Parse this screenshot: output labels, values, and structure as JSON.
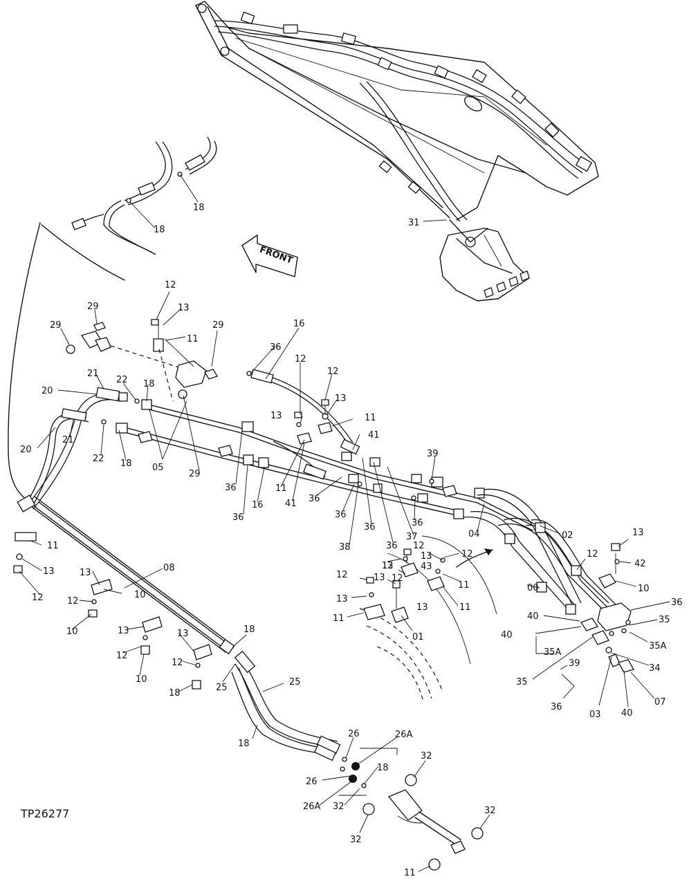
{
  "figure": {
    "reference": "TP26277",
    "direction_label": "FRONT"
  },
  "callouts": [
    {
      "id": "c1",
      "label": "18"
    },
    {
      "id": "c2",
      "label": "18"
    },
    {
      "id": "c3",
      "label": "31"
    },
    {
      "id": "c4",
      "label": "12"
    },
    {
      "id": "c5",
      "label": "13"
    },
    {
      "id": "c6",
      "label": "11"
    },
    {
      "id": "c7",
      "label": "29"
    },
    {
      "id": "c8",
      "label": "29"
    },
    {
      "id": "c9",
      "label": "29"
    },
    {
      "id": "c10",
      "label": "16"
    },
    {
      "id": "c11",
      "label": "36"
    },
    {
      "id": "c12",
      "label": "21"
    },
    {
      "id": "c13",
      "label": "22"
    },
    {
      "id": "c14",
      "label": "18"
    },
    {
      "id": "c15",
      "label": "20"
    },
    {
      "id": "c16",
      "label": "20"
    },
    {
      "id": "c17",
      "label": "21"
    },
    {
      "id": "c18",
      "label": "22"
    },
    {
      "id": "c19",
      "label": "18"
    },
    {
      "id": "c20",
      "label": "05"
    },
    {
      "id": "c21",
      "label": "29"
    },
    {
      "id": "c22",
      "label": "12"
    },
    {
      "id": "c23",
      "label": "12"
    },
    {
      "id": "c24",
      "label": "13"
    },
    {
      "id": "c25",
      "label": "13"
    },
    {
      "id": "c26",
      "label": "11"
    },
    {
      "id": "c27",
      "label": "41"
    },
    {
      "id": "c28",
      "label": "39"
    },
    {
      "id": "c29",
      "label": "36"
    },
    {
      "id": "c30",
      "label": "36"
    },
    {
      "id": "c31",
      "label": "16"
    },
    {
      "id": "c32",
      "label": "11"
    },
    {
      "id": "c33",
      "label": "41"
    },
    {
      "id": "c34",
      "label": "36"
    },
    {
      "id": "c35",
      "label": "36"
    },
    {
      "id": "c36",
      "label": "36"
    },
    {
      "id": "c37",
      "label": "36"
    },
    {
      "id": "c38",
      "label": "38"
    },
    {
      "id": "c39",
      "label": "36"
    },
    {
      "id": "c40",
      "label": "37"
    },
    {
      "id": "c41",
      "label": "04"
    },
    {
      "id": "c42",
      "label": "02"
    },
    {
      "id": "c43",
      "label": "11"
    },
    {
      "id": "c44",
      "label": "13"
    },
    {
      "id": "c45",
      "label": "12"
    },
    {
      "id": "c46",
      "label": "12"
    },
    {
      "id": "c47",
      "label": "13"
    },
    {
      "id": "c48",
      "label": "43"
    },
    {
      "id": "c49",
      "label": "12"
    },
    {
      "id": "c50",
      "label": "12"
    },
    {
      "id": "c51",
      "label": "13"
    },
    {
      "id": "c52",
      "label": "12"
    },
    {
      "id": "c53",
      "label": "13"
    },
    {
      "id": "c54",
      "label": "13"
    },
    {
      "id": "c55",
      "label": "11"
    },
    {
      "id": "c56",
      "label": "11"
    },
    {
      "id": "c57",
      "label": "11"
    },
    {
      "id": "c58",
      "label": "01"
    },
    {
      "id": "c59",
      "label": "00"
    },
    {
      "id": "c60",
      "label": "12"
    },
    {
      "id": "c61",
      "label": "13"
    },
    {
      "id": "c62",
      "label": "42"
    },
    {
      "id": "c63",
      "label": "10"
    },
    {
      "id": "c64",
      "label": "36"
    },
    {
      "id": "c65",
      "label": "40"
    },
    {
      "id": "c66",
      "label": "35"
    },
    {
      "id": "c67",
      "label": "40"
    },
    {
      "id": "c68",
      "label": "35A"
    },
    {
      "id": "c69",
      "label": "35A"
    },
    {
      "id": "c70",
      "label": "39"
    },
    {
      "id": "c71",
      "label": "34"
    },
    {
      "id": "c72",
      "label": "35"
    },
    {
      "id": "c73",
      "label": "36"
    },
    {
      "id": "c74",
      "label": "03"
    },
    {
      "id": "c75",
      "label": "40"
    },
    {
      "id": "c76",
      "label": "07"
    },
    {
      "id": "c77",
      "label": "08"
    },
    {
      "id": "c78",
      "label": "10"
    },
    {
      "id": "c79",
      "label": "13"
    },
    {
      "id": "c80",
      "label": "12"
    },
    {
      "id": "c81",
      "label": "10"
    },
    {
      "id": "c82",
      "label": "13"
    },
    {
      "id": "c83",
      "label": "12"
    },
    {
      "id": "c84",
      "label": "10"
    },
    {
      "id": "c85",
      "label": "13"
    },
    {
      "id": "c86",
      "label": "12"
    },
    {
      "id": "c87",
      "label": "18"
    },
    {
      "id": "c88",
      "label": "18"
    },
    {
      "id": "c89",
      "label": "25"
    },
    {
      "id": "c90",
      "label": "25"
    },
    {
      "id": "c91",
      "label": "18"
    },
    {
      "id": "c92",
      "label": "26"
    },
    {
      "id": "c93",
      "label": "26A"
    },
    {
      "id": "c94",
      "label": "18"
    },
    {
      "id": "c95",
      "label": "26"
    },
    {
      "id": "c96",
      "label": "26A"
    },
    {
      "id": "c97",
      "label": "32"
    },
    {
      "id": "c98",
      "label": "32"
    },
    {
      "id": "c99",
      "label": "32"
    },
    {
      "id": "c100",
      "label": "32"
    },
    {
      "id": "c101",
      "label": "11"
    },
    {
      "id": "c102",
      "label": "13"
    },
    {
      "id": "c103",
      "label": "12"
    }
  ]
}
